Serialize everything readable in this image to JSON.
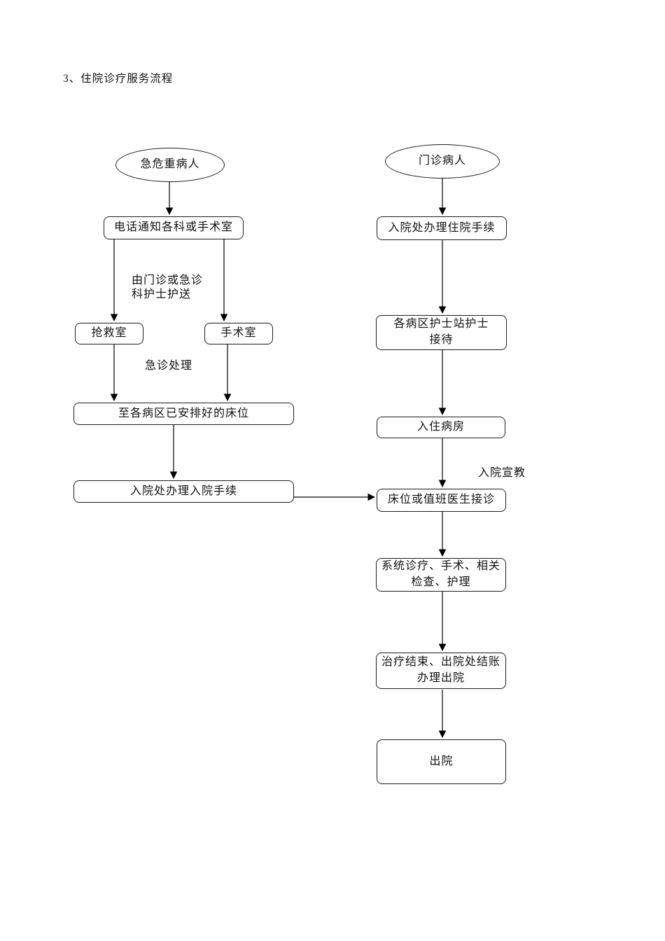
{
  "page": {
    "title": "3、住院诊疗服务流程"
  },
  "flowchart": {
    "nodes": {
      "critical_patient": "急危重病人",
      "phone_notify": "电话通知各科或手术室",
      "rescue_room": "抢救室",
      "operating_room": "手术室",
      "arranged_bed": "至各病区已安排好的床位",
      "admission_procedure": "入院处办理入院手续",
      "outpatient": "门诊病人",
      "hospitalization_procedure": "入院处办理住院手续",
      "nurse_reception": "各病区护士站护士\n接待",
      "move_into_ward": "入住病房",
      "doctor_reception": "床位或值班医生接诊",
      "systematic_treatment": "系统诊疗、手术、相关\n检查、护理",
      "treatment_end_checkout": "治疗结束、出院处结账\n办理出院",
      "discharge": "出院"
    },
    "edge_labels": {
      "escort": "由门诊或急诊\n科护士护送",
      "emergency_handling": "急诊处理",
      "admission_education": "入院宣教"
    },
    "colors": {
      "line": "#000000",
      "box_border": "#1c1c1c",
      "background": "#ffffff",
      "text": "#111111"
    }
  }
}
